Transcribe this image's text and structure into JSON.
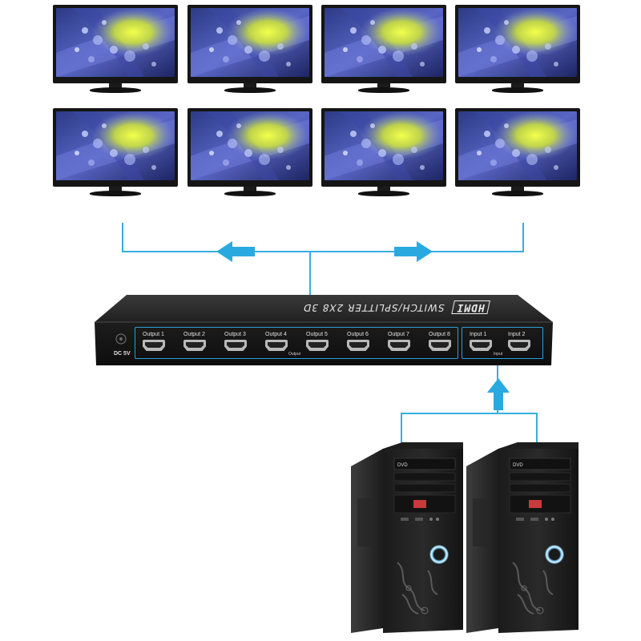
{
  "monitors": {
    "count": 8
  },
  "device": {
    "brand_logo": "HDMI",
    "model_text": "SWITCH/SPLITTER 2X8 3D",
    "power_label": "DC 5V",
    "output_group_label": "Output",
    "input_group_label": "Input",
    "outputs": [
      "Output 1",
      "Output 2",
      "Output 3",
      "Output 4",
      "Output 5",
      "Output 6",
      "Output 7",
      "Output 8"
    ],
    "inputs": [
      "Input 1",
      "Input 2"
    ]
  },
  "computers": {
    "count": 2,
    "drive_label": "DVD"
  },
  "colors": {
    "wire": "#36aee0",
    "arrow": "#2aa9e0",
    "frame": "#2a9fd6"
  },
  "icons": {
    "arrow_left": "arrow-left-icon",
    "arrow_right": "arrow-right-icon",
    "arrow_up": "arrow-up-icon"
  }
}
